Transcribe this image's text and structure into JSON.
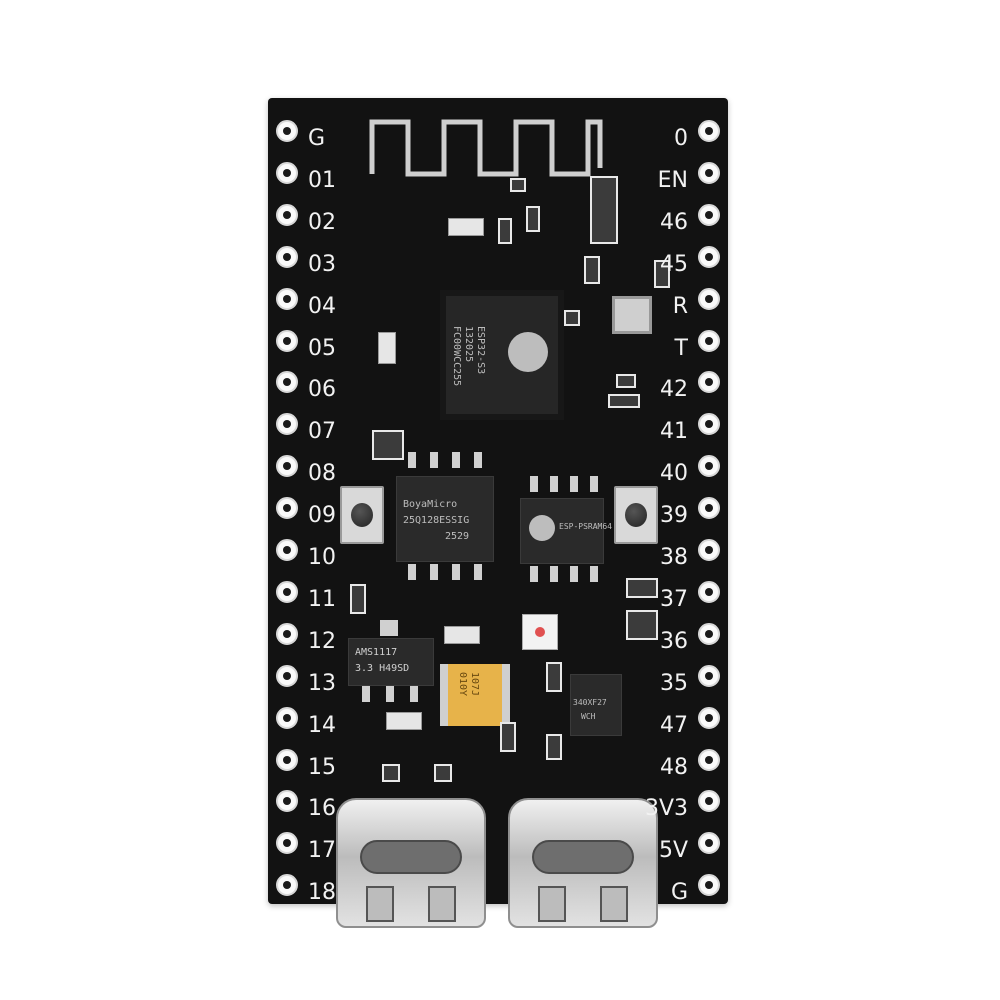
{
  "board": {
    "left_pins": [
      "G",
      "01",
      "02",
      "03",
      "04",
      "05",
      "06",
      "07",
      "08",
      "09",
      "10",
      "11",
      "12",
      "13",
      "14",
      "15",
      "16",
      "17",
      "18"
    ],
    "right_pins": [
      "0",
      "EN",
      "46",
      "45",
      "R",
      "T",
      "42",
      "41",
      "40",
      "39",
      "38",
      "37",
      "36",
      "35",
      "47",
      "48",
      "3V3",
      "5V",
      "G"
    ],
    "esp_module": [
      "ESP32-S3",
      "132025",
      "FC00WCC255"
    ],
    "flash_chip": [
      "BoyaMicro",
      "25Q128ESSIG",
      "2529"
    ],
    "psram_chip": [
      "ESP-PSRAM64"
    ],
    "regulator": [
      "AMS1117",
      "3.3 H49SD"
    ],
    "capacitor": [
      "107J",
      "010Y"
    ],
    "usb_chip": [
      "340XF27",
      "WCH"
    ]
  }
}
